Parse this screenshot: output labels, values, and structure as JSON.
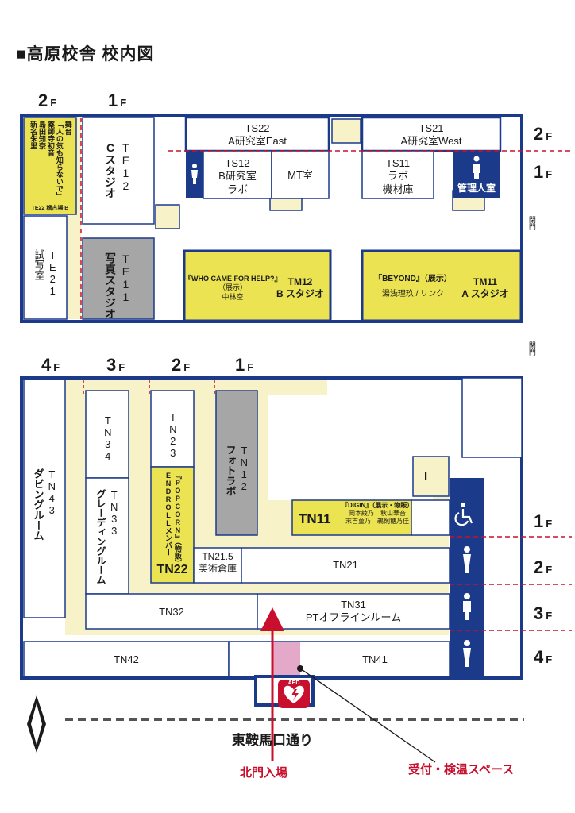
{
  "title": "■高原校舎 校内図",
  "colors": {
    "outline": "#1c3a8a",
    "corridor": "#f7f2c8",
    "exhibit": "#ece352",
    "gray": "#a6a6a6",
    "toilet": "#1c3a8a",
    "red": "#c8102e",
    "pink": "#e4a9c9"
  },
  "north_labels": {
    "f2_left": "2",
    "f1_left": "1",
    "f2_right": "2",
    "f1_right": "1",
    "unit": "F"
  },
  "south_labels": {
    "f4": "4",
    "f3": "3",
    "f2": "2",
    "f1": "1",
    "unit": "F"
  },
  "right_labels": {
    "f1": "1",
    "f2": "2",
    "f3": "3",
    "f4": "4",
    "unit": "F"
  },
  "rooms": {
    "te22_lines": [
      "舞台",
      "「人の気も知らないで」",
      "薬師寺初音",
      "島田知奈",
      "新名朱里"
    ],
    "te22_caption": "TE22 稽古場 B",
    "te12_code": "TE12",
    "te12_name": "Cスタジオ",
    "te21_code": "TE21",
    "te21_name": "試写室",
    "te11_code": "TE11",
    "te11_name": "写真スタジオ",
    "ts22_code": "TS22",
    "ts22_name": "A研究室East",
    "ts21_code": "TS21",
    "ts21_name": "A研究室West",
    "ts12_code": "TS12",
    "ts12_name1": "B研究室",
    "ts12_name2": "ラボ",
    "mt": "MT室",
    "ts11_code": "TS11",
    "ts11_name1": "ラボ",
    "ts11_name2": "機材庫",
    "kanri": "管理人室",
    "tm12_title": "『WHO CAME FOR HELP?』",
    "tm12_sub": "（展示）",
    "tm12_artist": "中林空",
    "tm12_code": "TM12",
    "tm12_name": "B スタジオ",
    "tm11_title": "『BEYOND』（展示）",
    "tm11_artist": "湯浅理玖 / リンク",
    "tm11_code": "TM11",
    "tm11_name": "A スタジオ",
    "closed": "閉門",
    "tn43_code": "TN43",
    "tn43_name": "ダビングルーム",
    "tn34": "TN34",
    "tn33_code": "TN33",
    "tn33_name": "グレーディングルーム",
    "tn23": "TN23",
    "tn22_title": "『POPCORN』（物販）",
    "tn22_artist": "ENDROLLメンバー",
    "tn22_code": "TN22",
    "tn12_code": "TN12",
    "tn12_name": "フォトラボ",
    "tn11_code": "TN11",
    "tn11_title": "『DIGIN』（展示・物販）",
    "tn11_a1": "岡本綾乃",
    "tn11_a2": "秋山華音",
    "tn11_a3": "末吉菫乃",
    "tn11_a4": "鵜飼穂乃佳",
    "tn215_code": "TN21.5",
    "tn215_name": "美術倉庫",
    "tn21": "TN21",
    "tn32": "TN32",
    "tn31_code": "TN31",
    "tn31_name": "PTオフラインルーム",
    "tn42": "TN42",
    "tn41": "TN41"
  },
  "elevator_mark": "I",
  "aed": "AED",
  "street": "東鞍馬口通り",
  "entrance": "北門入場",
  "reception": "受付・検温スペース",
  "icons": [
    "north-arrow-icon",
    "toilet-icon",
    "wheelchair-icon",
    "aed-icon"
  ]
}
